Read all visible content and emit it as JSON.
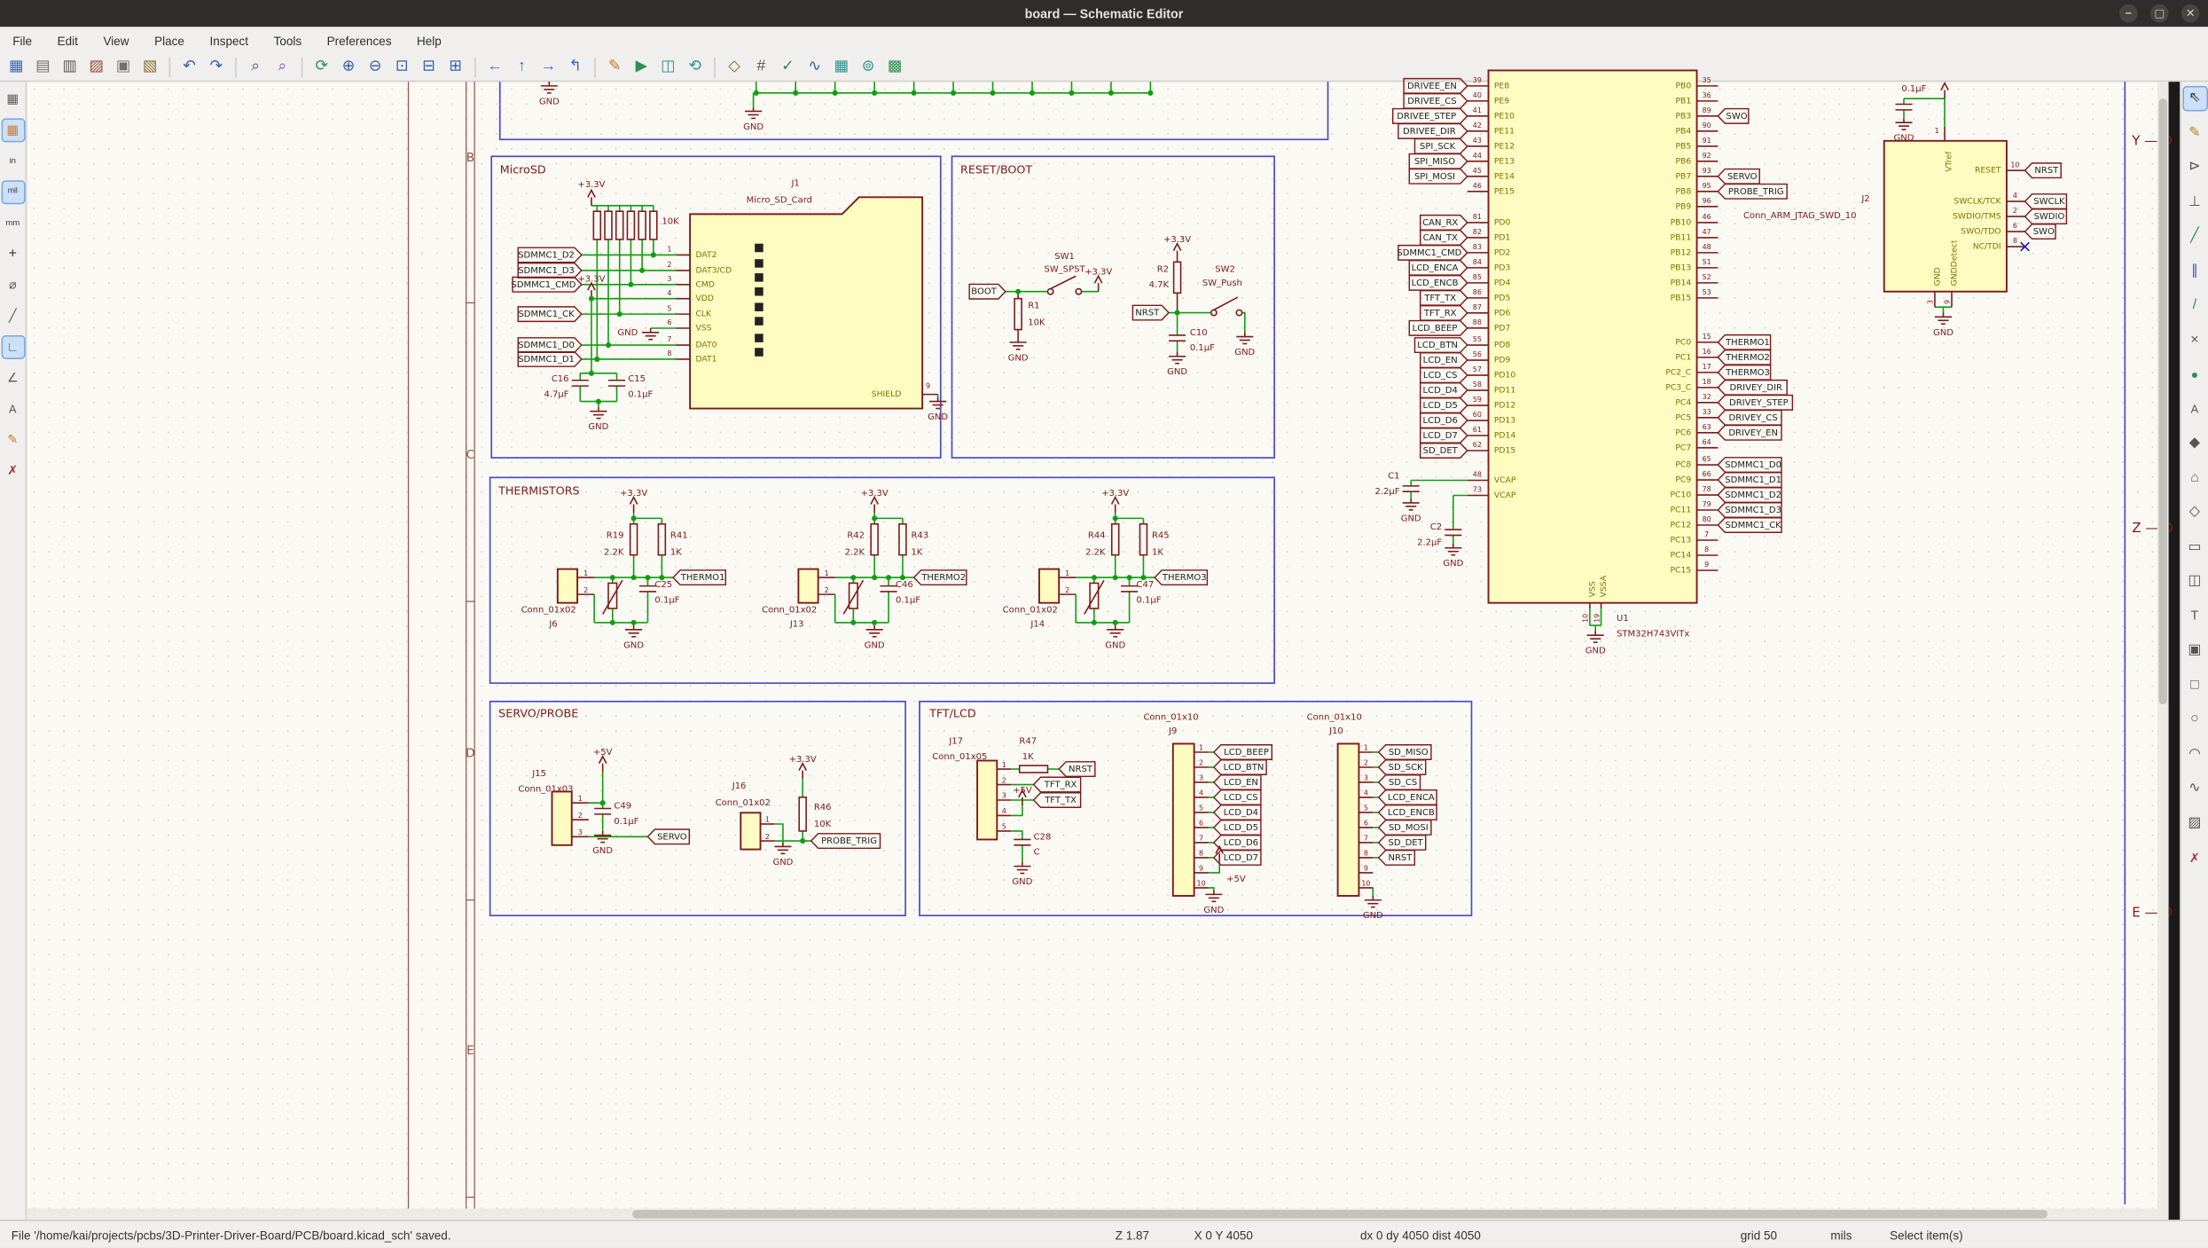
{
  "window": {
    "title": "board — Schematic Editor",
    "controls": {
      "minimize": "−",
      "maximize": "▢",
      "close": "✕"
    }
  },
  "menubar": {
    "items": [
      "File",
      "Edit",
      "View",
      "Place",
      "Inspect",
      "Tools",
      "Preferences",
      "Help"
    ]
  },
  "toolbars": {
    "top": [
      [
        "save",
        "page-settings",
        "print",
        "plot",
        "copy",
        "paste"
      ],
      [
        "undo",
        "redo"
      ],
      [
        "find",
        "find-replace"
      ],
      [
        "refresh-view",
        "zoom-in",
        "zoom-out",
        "zoom-fit",
        "zoom-to-selection",
        "zoom-to-objects"
      ],
      [
        "navigate-back",
        "navigate-up",
        "navigate-forward",
        "leave-sheet"
      ],
      [
        "highlight-net",
        "hierarchy-navigator",
        "mirror-horizontally",
        "rotate-ccw"
      ],
      [
        "symbol-editor",
        "annotate",
        "erc",
        "simulate",
        "edit-symbol-fields",
        "assign-footprints",
        "pcb-editor"
      ]
    ],
    "left": [
      "show-grid",
      "grid-overrides",
      "units-inches",
      "units-mils",
      "units-mm",
      "toggle-crosshair",
      "show-hidden-pins",
      "wire-free-angle",
      "wire-hv-angle",
      "wire-45-angle",
      "annotate-automatically",
      "highlight-net-cursor",
      "erc-exclusions"
    ],
    "left_active": [
      1,
      3,
      8
    ],
    "right": [
      "select",
      "highlight-net",
      "place-symbol",
      "place-power-port",
      "draw-wire",
      "draw-bus",
      "wire-to-bus-entry",
      "no-connect-flag",
      "junction",
      "net-label",
      "net-class-directive",
      "global-label",
      "hierarchical-label",
      "hierarchical-sheet",
      "import-sheet-pin",
      "text",
      "text-box",
      "rectangle",
      "circle",
      "arc",
      "draw-lines",
      "image",
      "delete"
    ],
    "right_active": [
      0
    ]
  },
  "statusbar": {
    "message": "File '/home/kai/projects/pcbs/3D-Printer-Driver-Board/PCB/board.kicad_sch' saved.",
    "zoom": "Z 1.87",
    "position": "X 0 Y 4050",
    "delta": "dx 0 dy 4050 dist 4050",
    "grid": "grid 50",
    "units": "mils",
    "mode": "Select item(s)"
  },
  "schematic": {
    "frame": {
      "rows": [
        "B",
        "C",
        "D",
        "E"
      ]
    },
    "hier_pins": [
      "Y — D",
      "Z — D",
      "E — D"
    ],
    "top_area": {
      "gnd_a": "GND",
      "gnd_b": "GND"
    },
    "microsd": {
      "title": "MicroSD",
      "pwr_top": "+3.3V",
      "pullup_value": "10K",
      "net_labels": [
        "SDMMC1_D2",
        "SDMMC1_D3",
        "SDMMC1_CMD",
        "SDMMC1_CK",
        "SDMMC1_D0",
        "SDMMC1_D1"
      ],
      "vdd_pwr": "+3.3V",
      "vss_gnd": "GND",
      "ref": "J1",
      "value": "Micro_SD_Card",
      "pin_names": [
        "DAT2",
        "DAT3/CD",
        "CMD",
        "VDD",
        "CLK",
        "VSS",
        "DAT0",
        "DAT1"
      ],
      "pin_numbers": [
        "1",
        "2",
        "3",
        "4",
        "5",
        "6",
        "7",
        "8"
      ],
      "shield_name": "SHIELD",
      "shield_number": "9",
      "shield_gnd": "GND",
      "c16_ref": "C16",
      "c16_value": "4.7μF",
      "c15_ref": "C15",
      "c15_value": "0.1μF",
      "cap_gnd": "GND"
    },
    "resetboot": {
      "title": "RESET/BOOT",
      "boot_label": "BOOT",
      "r1_ref": "R1",
      "r1_value": "10K",
      "r1_gnd": "GND",
      "sw1_ref": "SW1",
      "sw1_value": "SW_SPST",
      "sw1_pwr": "+3.3V",
      "pwr2": "+3.3V",
      "r2_ref": "R2",
      "r2_value": "4.7K",
      "nrst_label": "NRST",
      "c10_ref": "C10",
      "c10_value": "0.1μF",
      "c10_gnd": "GND",
      "sw2_ref": "SW2",
      "sw2_value": "SW_Push",
      "sw2_gnd": "GND"
    },
    "thermistors": {
      "title": "THERMISTORS",
      "sets": [
        {
          "pwr": "+3.3V",
          "r_top_ref": "R19",
          "r_top_value": "2.2K",
          "r_out_ref": "R41",
          "r_out_value": "1K",
          "out_label": "THERMO1",
          "cap_ref": "C25",
          "cap_value": "0.1μF",
          "conn_value": "Conn_01x02",
          "conn_ref": "J6",
          "pin1": "1",
          "pin2": "2",
          "gnd": "GND"
        },
        {
          "pwr": "+3.3V",
          "r_top_ref": "R42",
          "r_top_value": "2.2K",
          "r_out_ref": "R43",
          "r_out_value": "1K",
          "out_label": "THERMO2",
          "cap_ref": "C46",
          "cap_value": "0.1μF",
          "conn_value": "Conn_01x02",
          "conn_ref": "J13",
          "pin1": "1",
          "pin2": "2",
          "gnd": "GND"
        },
        {
          "pwr": "+3.3V",
          "r_top_ref": "R44",
          "r_top_value": "2.2K",
          "r_out_ref": "R45",
          "r_out_value": "1K",
          "out_label": "THERMO3",
          "cap_ref": "C47",
          "cap_value": "0.1μF",
          "conn_value": "Conn_01x02",
          "conn_ref": "J14",
          "pin1": "1",
          "pin2": "2",
          "gnd": "GND"
        }
      ]
    },
    "servo_probe": {
      "title": "SERVO/PROBE",
      "pwr5": "+5V",
      "j15_ref": "J15",
      "j15_value": "Conn_01x03",
      "j15_pins": [
        "1",
        "2",
        "3"
      ],
      "c49_ref": "C49",
      "c49_value": "0.1μF",
      "servo_label": "SERVO",
      "gnd_a": "GND",
      "pwr33": "+3.3V",
      "j16_ref": "J16",
      "j16_value": "Conn_01x02",
      "j16_pins": [
        "1",
        "2"
      ],
      "r46_ref": "R46",
      "r46_value": "10K",
      "probe_label": "PROBE_TRIG",
      "gnd_b": "GND"
    },
    "tft_lcd": {
      "title": "TFT/LCD",
      "j17_ref": "J17",
      "j17_value": "Conn_01x05",
      "j17_pins": [
        "1",
        "2",
        "3",
        "4",
        "5"
      ],
      "r47_ref": "R47",
      "r47_value": "1K",
      "nrst_label": "NRST",
      "tft_rx_label": "TFT_RX",
      "tft_tx_label": "TFT_TX",
      "pwr5": "+5V",
      "c28_ref": "C28",
      "c28_value": "C",
      "gnd_a": "GND",
      "j9_ref": "J9",
      "j9_value": "Conn_01x10",
      "j9_pins": [
        "1",
        "2",
        "3",
        "4",
        "5",
        "6",
        "7",
        "8",
        "9",
        "10"
      ],
      "j9_labels": [
        "LCD_BEEP",
        "LCD_BTN",
        "LCD_EN",
        "LCD_CS",
        "LCD_D4",
        "LCD_D5",
        "LCD_D6",
        "LCD_D7"
      ],
      "j9_pwr": "+5V",
      "j9_gnd": "GND",
      "j10_ref": "J10",
      "j10_value": "Conn_01x10",
      "j10_pins": [
        "1",
        "2",
        "3",
        "4",
        "5",
        "6",
        "7",
        "8",
        "9",
        "10"
      ],
      "j10_labels": [
        "SD_MISO",
        "SD_SCK",
        "SD_CS",
        "LCD_ENCA",
        "LCD_ENCB",
        "SD_MOSI",
        "SD_DET",
        "NRST"
      ],
      "j10_gnd": "GND"
    },
    "mcu": {
      "ref": "U1",
      "value": "STM32H743VITx",
      "left_groups": [
        {
          "names": [
            "PE8",
            "PE9",
            "PE10",
            "PE11",
            "PE12",
            "PE13",
            "PE14",
            "PE15"
          ],
          "numbers": [
            "39",
            "40",
            "41",
            "42",
            "43",
            "44",
            "45",
            "46"
          ],
          "labels": [
            "DRIVEE_EN",
            "DRIVEE_CS",
            "DRIVEE_STEP",
            "DRIVEE_DIR",
            "SPI_SCK",
            "SPI_MISO",
            "SPI_MOSI",
            ""
          ]
        },
        {
          "names": [
            "PD0",
            "PD1",
            "PD2",
            "PD3",
            "PD4",
            "PD5",
            "PD6",
            "PD7"
          ],
          "numbers": [
            "81",
            "82",
            "83",
            "84",
            "85",
            "86",
            "87",
            "88"
          ],
          "labels": [
            "CAN_RX",
            "CAN_TX",
            "SDMMC1_CMD",
            "LCD_ENCA",
            "LCD_ENCB",
            "TFT_TX",
            "TFT_RX",
            "LCD_BEEP"
          ]
        },
        {
          "names": [
            "PD8",
            "PD9",
            "PD10",
            "PD11",
            "PD12",
            "PD13",
            "PD14",
            "PD15"
          ],
          "numbers": [
            "55",
            "56",
            "57",
            "58",
            "59",
            "60",
            "61",
            "62"
          ],
          "labels": [
            "LCD_BTN",
            "LCD_EN",
            "LCD_CS",
            "LCD_D4",
            "LCD_D5",
            "LCD_D6",
            "LCD_D7",
            "SD_DET"
          ]
        },
        {
          "names": [
            "VCAP",
            "VCAP"
          ],
          "numbers": [
            "48",
            "73"
          ],
          "labels": [
            "",
            ""
          ]
        }
      ],
      "right_groups": [
        {
          "names": [
            "PB0",
            "PB1",
            "PB3",
            "PB4",
            "PB5",
            "PB6",
            "PB7",
            "PB8",
            "PB9"
          ],
          "numbers": [
            "35",
            "36",
            "89",
            "90",
            "91",
            "92",
            "93",
            "95",
            "96"
          ],
          "labels": [
            "",
            "",
            "SWO",
            "",
            "",
            "",
            "SERVO",
            "PROBE_TRIG",
            ""
          ]
        },
        {
          "names": [
            "PB10",
            "PB11",
            "PB12",
            "PB13",
            "PB14",
            "PB15"
          ],
          "numbers": [
            "46",
            "47",
            "48",
            "51",
            "52",
            "53"
          ],
          "labels": [
            "",
            "",
            "",
            "",
            "",
            ""
          ]
        },
        {
          "names": [
            "PC0",
            "PC1",
            "PC2_C",
            "PC3_C",
            "PC4",
            "PC5",
            "PC6",
            "PC7"
          ],
          "numbers": [
            "15",
            "16",
            "17",
            "18",
            "32",
            "33",
            "63",
            "64"
          ],
          "labels": [
            "THERMO1",
            "THERMO2",
            "THERMO3",
            "DRIVEY_DIR",
            "DRIVEY_STEP",
            "DRIVEY_CS",
            "DRIVEY_EN",
            ""
          ]
        },
        {
          "names": [
            "PC8",
            "PC9",
            "PC10",
            "PC11",
            "PC12",
            "PC13",
            "PC14",
            "PC15"
          ],
          "numbers": [
            "65",
            "66",
            "78",
            "79",
            "80",
            "7",
            "8",
            "9"
          ],
          "labels": [
            "SDMMC1_D0",
            "SDMMC1_D1",
            "SDMMC1_D2",
            "SDMMC1_D3",
            "SDMMC1_CK",
            "",
            "",
            ""
          ]
        }
      ],
      "bottom_pins": {
        "names": [
          "VSS",
          "VSSA"
        ],
        "numbers": [
          "10",
          "19"
        ],
        "gnd": "GND"
      },
      "vcap": {
        "c1_ref": "C1",
        "c1_value": "2.2μF",
        "c1_gnd": "GND",
        "c2_ref": "C2",
        "c2_value": "2.2μF",
        "c2_gnd": "GND"
      }
    },
    "jtag": {
      "ref": "J2",
      "value": "Conn_ARM_JTAG_SWD_10",
      "cap_value": "0.1μF",
      "cap_gnd": "GND",
      "vtref_name": "VTref",
      "vtref_number": "1",
      "right_pins": [
        {
          "name": "RESET",
          "number": "10",
          "label": "NRST"
        },
        {
          "name": "SWCLK/TCK",
          "number": "4",
          "label": "SWCLK"
        },
        {
          "name": "SWDIO/TMS",
          "number": "2",
          "label": "SWDIO"
        },
        {
          "name": "SWO/TDO",
          "number": "6",
          "label": "SWO"
        },
        {
          "name": "NC/TDI",
          "number": "8",
          "label": ""
        }
      ],
      "bottom_pins": {
        "names": [
          "GND",
          "GNDDetect"
        ],
        "numbers": [
          "3",
          "9"
        ]
      },
      "gnd": "GND"
    }
  }
}
